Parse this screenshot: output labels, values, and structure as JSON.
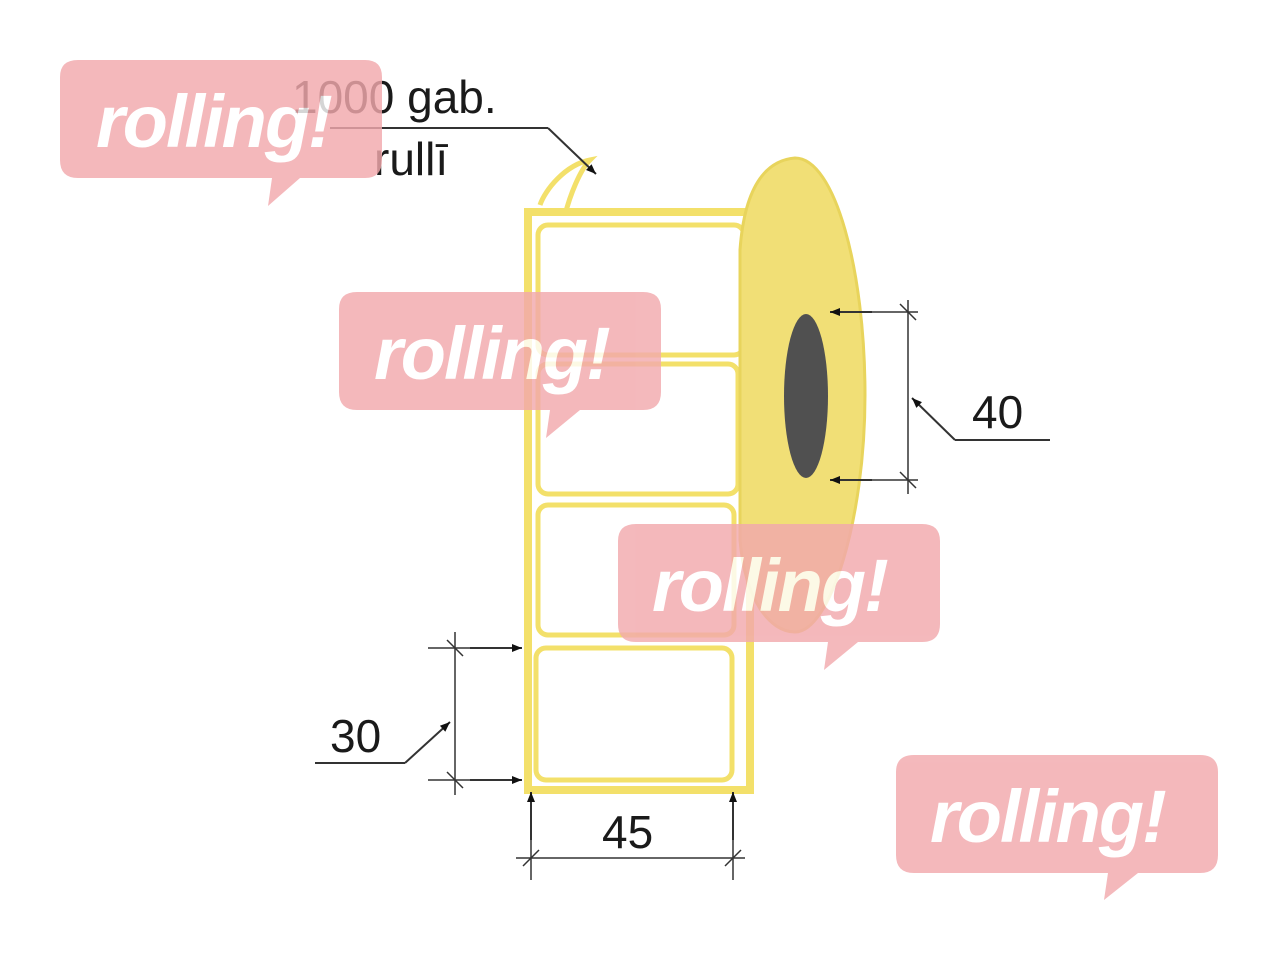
{
  "diagram": {
    "quantity_label": "1000 gab.",
    "quantity_sub": "rullī",
    "dim_core": "40",
    "dim_height": "30",
    "dim_width": "45"
  },
  "watermark": {
    "text": "rolling!"
  },
  "colors": {
    "label_outline": "#f3e06a",
    "roll_side": "#f2e27a",
    "core": "#505050",
    "watermark": "#f2a9ad",
    "dim_line": "#333333"
  }
}
